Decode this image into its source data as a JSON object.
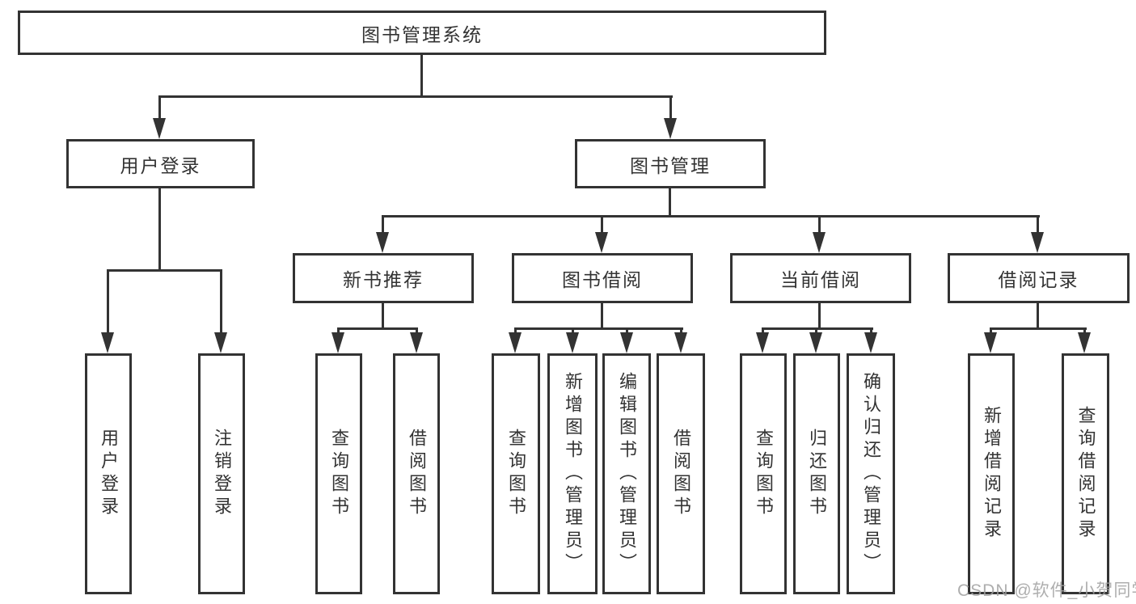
{
  "nodes": {
    "root": "图书管理系统",
    "user_login": "用户登录",
    "book_mgmt": "图书管理",
    "new_book_rec": "新书推荐",
    "book_borrow": "图书借阅",
    "current_borrow": "当前借阅",
    "borrow_record": "借阅记录",
    "leaf_user_login": "用户登录",
    "leaf_logout": "注销登录",
    "leaf_rec_query": "查询图书",
    "leaf_rec_borrow": "借阅图书",
    "leaf_bb_query": "查询图书",
    "leaf_bb_add": "新增图书（管理员）",
    "leaf_bb_edit": "编辑图书（管理员）",
    "leaf_bb_borrow": "借阅图书",
    "leaf_cb_query": "查询图书",
    "leaf_cb_return": "归还图书",
    "leaf_cb_confirm": "确认归还（管理员）",
    "leaf_br_add": "新增借阅记录",
    "leaf_br_query": "查询借阅记录"
  },
  "watermark": "CSDN @软件_小贺同学",
  "colors": {
    "line": "#333333",
    "text": "#333333",
    "background": "#ffffff",
    "watermark": "#a0a0a0"
  }
}
